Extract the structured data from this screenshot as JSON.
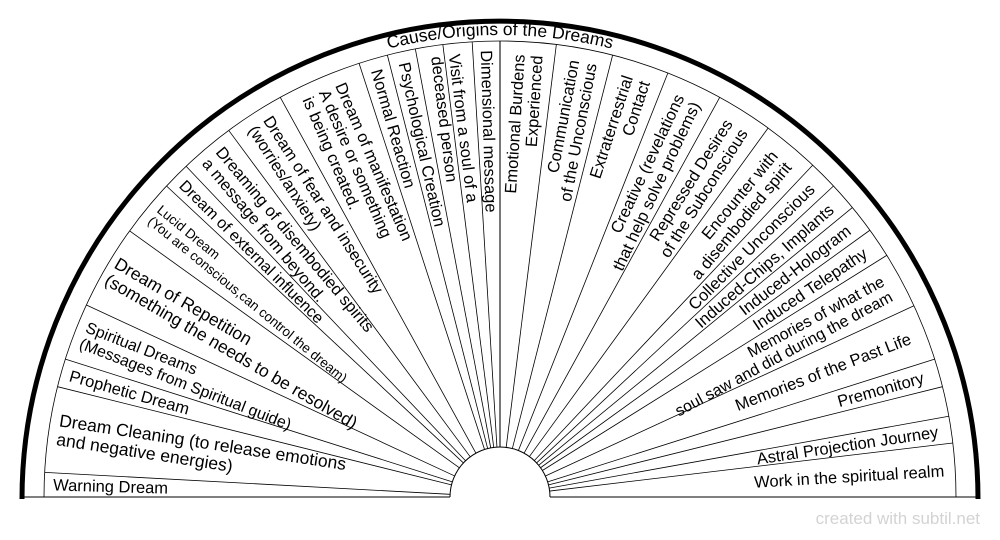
{
  "title": "Cause/Origins of the Dreams",
  "footer": "created with subtil.net",
  "labels": [
    {
      "lines": [
        "Warning Dream"
      ]
    },
    {
      "lines": [
        "Dream Cleaning (to release emotions",
        "and negative energies)"
      ]
    },
    {
      "lines": [
        "Prophetic Dream"
      ]
    },
    {
      "lines": [
        "Spiritual Dreams",
        "(Messages from Spiritual guide)"
      ]
    },
    {
      "lines": [
        "Dream of Repetition",
        "(something the needs to be resolved)"
      ]
    },
    {
      "lines": [
        "Lucid Dream",
        "(You are conscious,can control the dream)"
      ]
    },
    {
      "lines": [
        "Dream of external influence"
      ]
    },
    {
      "lines": [
        "Dreaming of disembodied spirits",
        "a message from beyond."
      ]
    },
    {
      "lines": [
        "Dream of fear and insecurity",
        "(worries/anxiety)"
      ]
    },
    {
      "lines": [
        "Dream of manifestation",
        "A desire or something",
        "is being created."
      ]
    },
    {
      "lines": [
        "Normal Reaction"
      ]
    },
    {
      "lines": [
        "Psychological Creation"
      ]
    },
    {
      "lines": [
        "Visit from a soul of a",
        "deceased person"
      ]
    },
    {
      "lines": [
        "Dimensional message"
      ]
    },
    {
      "lines": [
        "Emotional Burdens",
        "Experienced"
      ]
    },
    {
      "lines": [
        "Communication",
        "of the Unconscious"
      ]
    },
    {
      "lines": [
        "Extraterrestrial",
        "Contact"
      ]
    },
    {
      "lines": [
        "Creative (revelations",
        "that help solve problems)"
      ]
    },
    {
      "lines": [
        "Repressed Desires",
        "of the Subconscious"
      ]
    },
    {
      "lines": [
        "Encounter with",
        "a disembodied spirit"
      ]
    },
    {
      "lines": [
        "Collective Unconscious"
      ]
    },
    {
      "lines": [
        "Induced-Chips, Implants"
      ]
    },
    {
      "lines": [
        "Induced-Hologram"
      ]
    },
    {
      "lines": [
        "Induced Telepathy"
      ]
    },
    {
      "lines": [
        "Memories of what the",
        "soul saw and did during the dream"
      ]
    },
    {
      "lines": [
        "Memories of the Past Life"
      ]
    },
    {
      "lines": [
        "Premonitory"
      ]
    },
    {
      "lines": [
        "Astral Projection Journey"
      ]
    },
    {
      "lines": [
        "Work in the spiritual realm"
      ]
    }
  ]
}
